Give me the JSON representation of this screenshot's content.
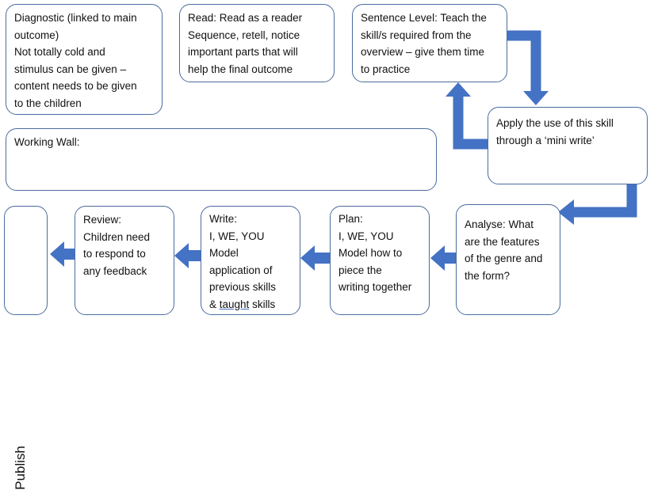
{
  "diagram": {
    "boxes": {
      "diagnostic": [
        "Diagnostic (linked to main",
        "outcome)",
        "Not totally cold and",
        "stimulus can be given   –",
        "content needs to be given",
        "to the children"
      ],
      "read": [
        "Read: Read as a reader",
        "Sequence, retell, notice",
        "important parts that will",
        "help the final outcome"
      ],
      "sentence": [
        "Sentence Level: Teach the",
        "skill/s required from the",
        "overview  – give them time",
        "to practice"
      ],
      "apply": [
        "Apply the use of this skill",
        "through a ‘mini write’"
      ],
      "working_wall": [
        "Working Wall:"
      ],
      "analyse": [
        "Analyse: What",
        "are the features",
        "of the genre and",
        "the form?"
      ],
      "plan": [
        "Plan:",
        "I, WE, YOU",
        "Model how to",
        "piece the",
        "writing together"
      ],
      "write": [
        "Write:",
        "I, WE, YOU",
        "Model",
        "application  of",
        "previous skills"
      ],
      "write_last": {
        "prefix": "& ",
        "underlined": "taught",
        "suffix": " skills"
      },
      "review": [
        "Review:",
        "Children need",
        "to respond to",
        "any feedback"
      ],
      "publish": "Publish"
    },
    "colors": {
      "arrow": "#4472c4",
      "border": "#4b6c9e"
    }
  }
}
